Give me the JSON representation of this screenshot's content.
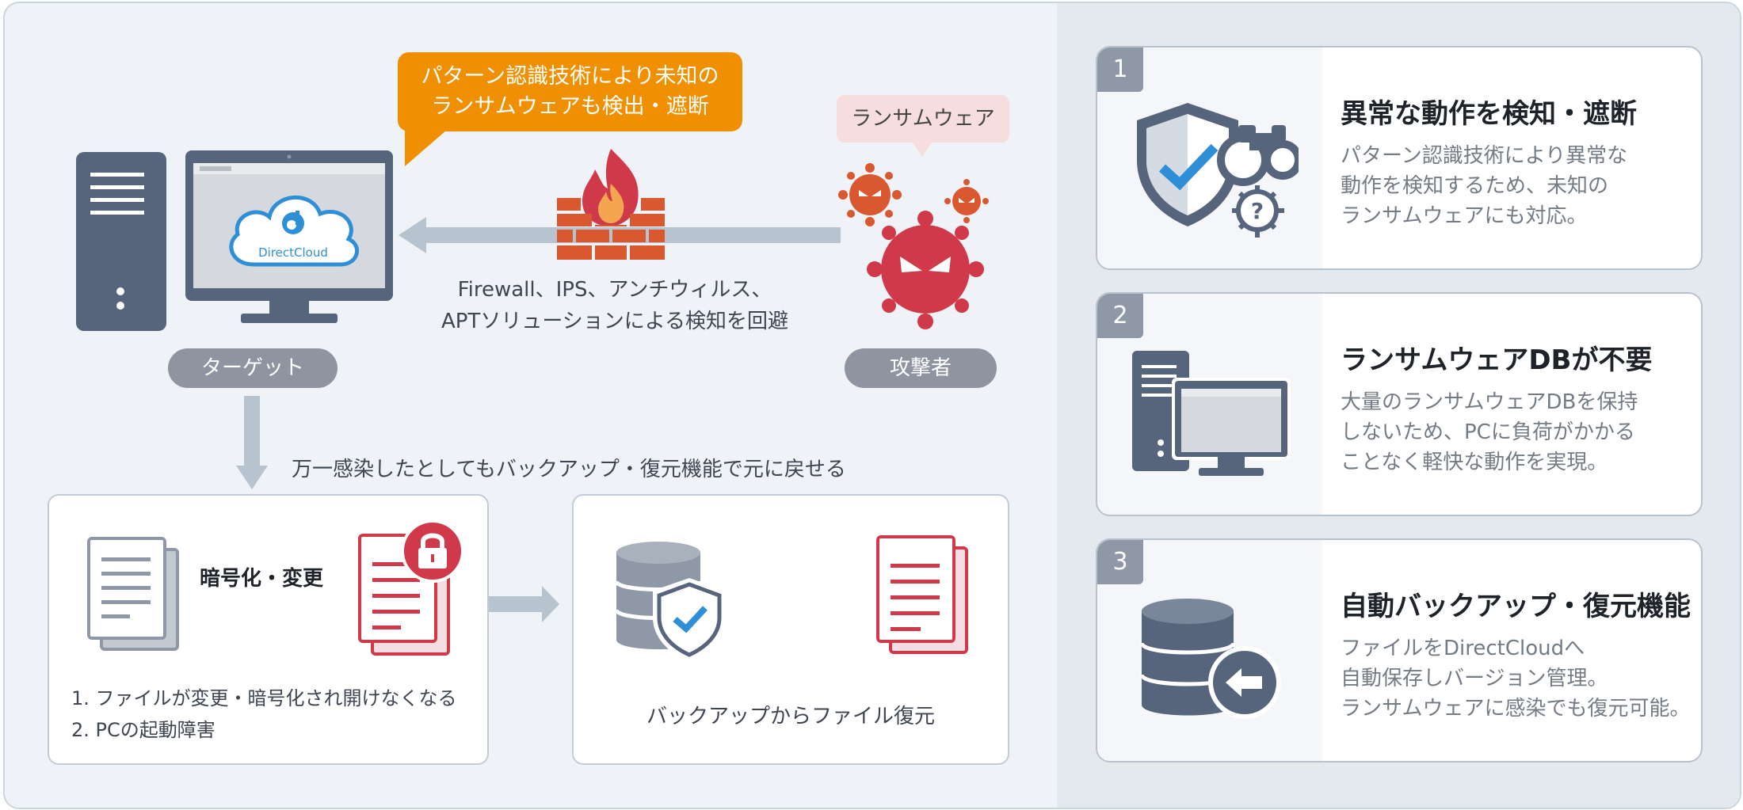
{
  "callout": {
    "line1": "パターン認識技術により未知の",
    "line2": "ランサムウェアも検出・遮断"
  },
  "ransomware_tag": "ランサムウェア",
  "target_screen_logo": "DirectCloud",
  "bypass_text": {
    "line1": "Firewall、IPS、アンチウィルス、",
    "line2": "APTソリューションによる検知を回避"
  },
  "target_label": "ターゲット",
  "attacker_label": "攻撃者",
  "recovery_text": "万一感染したとしてもバックアップ・復元機能で元に戻せる",
  "infection_box": {
    "arrow_label": "暗号化・変更",
    "items": [
      "1. ファイルが変更・暗号化され開けなくなる",
      "2. PCの起動障害"
    ]
  },
  "restore_box": {
    "label": "バックアップからファイル復元"
  },
  "features": [
    {
      "number": "1",
      "title": "異常な動作を検知・遮断",
      "lines": [
        "パターン認識技術により異常な",
        "動作を検知するため、未知の",
        "ランサムウェアにも対応。"
      ]
    },
    {
      "number": "2",
      "title": "ランサムウェアDBが不要",
      "lines": [
        "大量のランサムウェアDBを保持",
        "しないため、PCに負荷がかかる",
        "ことなく軽快な動作を実現。"
      ]
    },
    {
      "number": "3",
      "title": "自動バックアップ・復元機能",
      "lines": [
        "ファイルをDirectCloudへ",
        "自動保存しバージョン管理。",
        "ランサムウェアに感染でも復元可能。"
      ]
    }
  ],
  "colors": {
    "accent_orange": "#f09000",
    "danger_red": "#d0394a",
    "slate": "#56647c",
    "arrow_gray": "#b7c3cf"
  },
  "icons": [
    "server-icon",
    "monitor-icon",
    "cloud-logo-icon",
    "firewall-icon",
    "flame-icon",
    "virus-icon",
    "document-icon",
    "locked-document-icon",
    "lock-icon",
    "database-icon",
    "shield-check-icon",
    "shield-icon",
    "binoculars-icon",
    "bug-icon",
    "arrow-left-icon"
  ]
}
